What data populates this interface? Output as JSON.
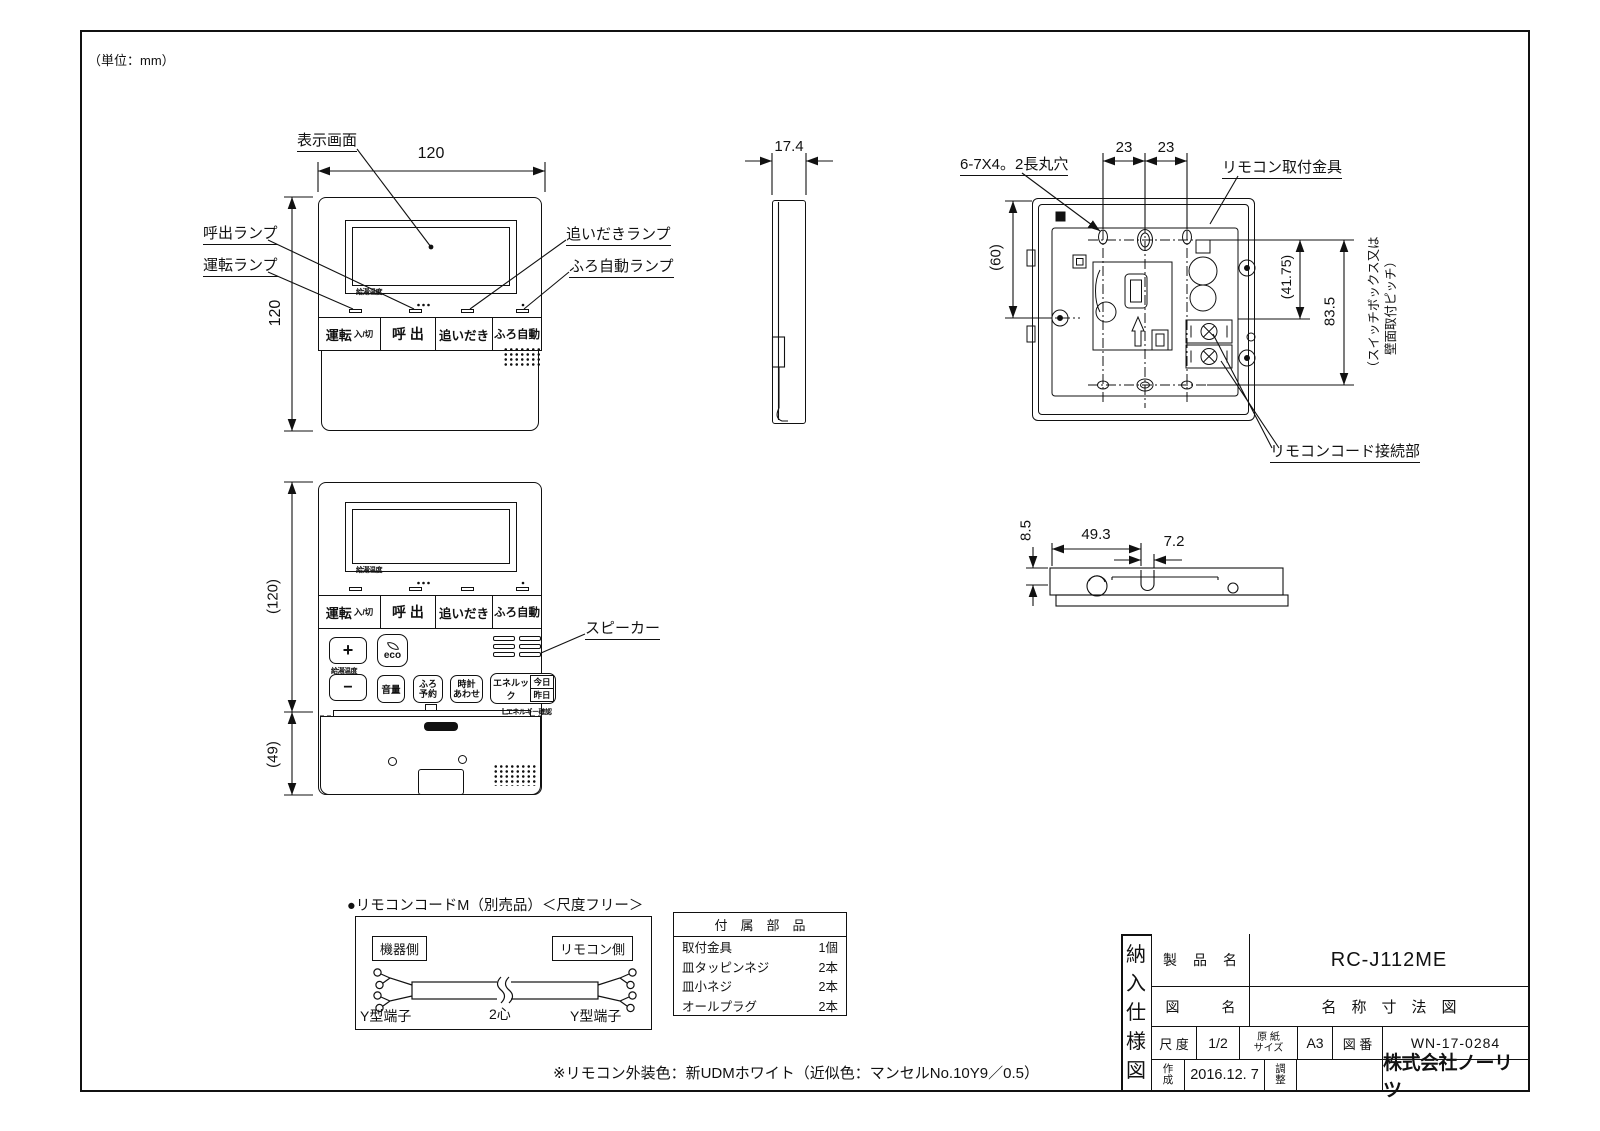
{
  "sheet": {
    "units": "（単位：mm）",
    "note": "※リモコン外装色：新UDMホワイト（近似色：マンセルNo.10Y9／0.5）"
  },
  "remote": {
    "screen_caption": "給湯温度",
    "buttons": {
      "power_main": "運転",
      "power_sub": "入/切",
      "call": "呼 出",
      "reheat": "追いだき",
      "auto": "ふろ自動"
    },
    "panel": {
      "plus": "+",
      "minus": "−",
      "temp_label": "給湯温度",
      "eco": "eco",
      "volume": "音量",
      "bath_reserve_1": "ふろ",
      "bath_reserve_2": "予約",
      "clock_set_1": "時計",
      "clock_set_2": "あわせ",
      "enelook": "エネルック",
      "today": "今日",
      "yesterday": "昨日",
      "energy_note": "エネルギー確認"
    }
  },
  "front_view": {
    "dim_width": "120",
    "dim_height": "120",
    "label_display": "表示画面",
    "label_call_lamp": "呼出ランプ",
    "label_run_lamp": "運転ランプ",
    "label_reheat_lamp": "追いだきランプ",
    "label_auto_lamp": "ふろ自動ランプ"
  },
  "side_view": {
    "dim_depth": "17.4"
  },
  "back_view": {
    "dim_pitch_left": "23",
    "dim_pitch_right": "23",
    "dim_height": "(60)",
    "dim_4175": "(41.75)",
    "dim_835": "83.5",
    "label_holes": "6-7X4。2長丸穴",
    "label_bracket": "リモコン取付金具",
    "label_cord": "リモコンコード接続部",
    "pitch_note_line1": "（スイッチボックス又は",
    "pitch_note_line2": "壁面取付ピッチ）"
  },
  "profile_view": {
    "dim_85": "8.5",
    "dim_493": "49.3",
    "dim_72": "7.2"
  },
  "open_view": {
    "dim_upper": "(120)",
    "dim_lower": "(49)",
    "label_speaker": "スピーカー"
  },
  "cord_section": {
    "title": "●リモコンコードM（別売品）＜尺度フリー＞",
    "device_side": "機器側",
    "remote_side": "リモコン側",
    "terminal_left": "Y型端子",
    "core_count": "2心",
    "terminal_right": "Y型端子"
  },
  "accessories": {
    "header": "付　属　部　品",
    "rows": [
      {
        "name": "取付金具",
        "qty": "1個"
      },
      {
        "name": "皿タッピンネジ",
        "qty": "2本"
      },
      {
        "name": "皿小ネジ",
        "qty": "2本"
      },
      {
        "name": "オールプラグ",
        "qty": "2本"
      }
    ]
  },
  "title_block": {
    "doc_type": "納入仕様図",
    "product_label": "製　品　名",
    "product_value": "RC-J112ME",
    "drawing_label": "図　　　名",
    "drawing_value": "名　称　寸　法　図",
    "scale_label": "尺 度",
    "scale_value": "1/2",
    "paper_label_1": "原 紙",
    "paper_label_2": "サイズ",
    "paper_value": "A3",
    "number_label": "図 番",
    "number_value": "WN-17-0284",
    "created_label": "作成",
    "created_value": "2016.12. 7",
    "adjust_label": "調整",
    "company": "株式会社ノーリツ"
  }
}
